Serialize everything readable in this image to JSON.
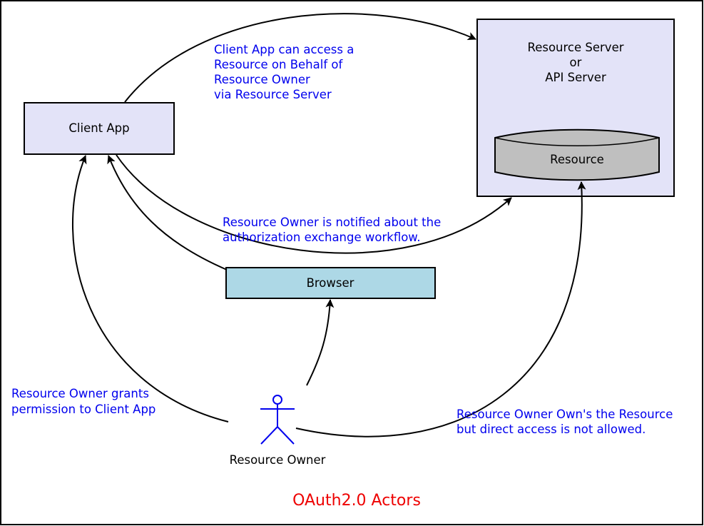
{
  "diagram": {
    "title": "OAuth2.0 Actors",
    "nodes": {
      "client_app": {
        "label": "Client App"
      },
      "resource_server": {
        "line1": "Resource Server",
        "line2": "or",
        "line3": "API Server"
      },
      "resource": {
        "label": "Resource"
      },
      "browser": {
        "label": "Browser"
      },
      "resource_owner": {
        "label": "Resource Owner"
      }
    },
    "notes": {
      "client_access": [
        "Client App can access a",
        "Resource on Behalf of",
        "Resource Owner",
        "via Resource Server"
      ],
      "owner_notified": [
        "Resource Owner is notified about the",
        "authorization exchange workflow."
      ],
      "owner_grants": [
        "Resource Owner grants",
        "permission to Client App"
      ],
      "owner_owns": [
        "Resource Owner Own's the Resource",
        "but direct access is not allowed."
      ]
    },
    "colors": {
      "box_fill": "#e3e3f8",
      "resource_fill": "#bfbfbf",
      "browser_fill": "#add8e6",
      "note_text": "#0000ee",
      "title_text": "#ee0000",
      "actor_stroke": "#0000ee"
    }
  }
}
